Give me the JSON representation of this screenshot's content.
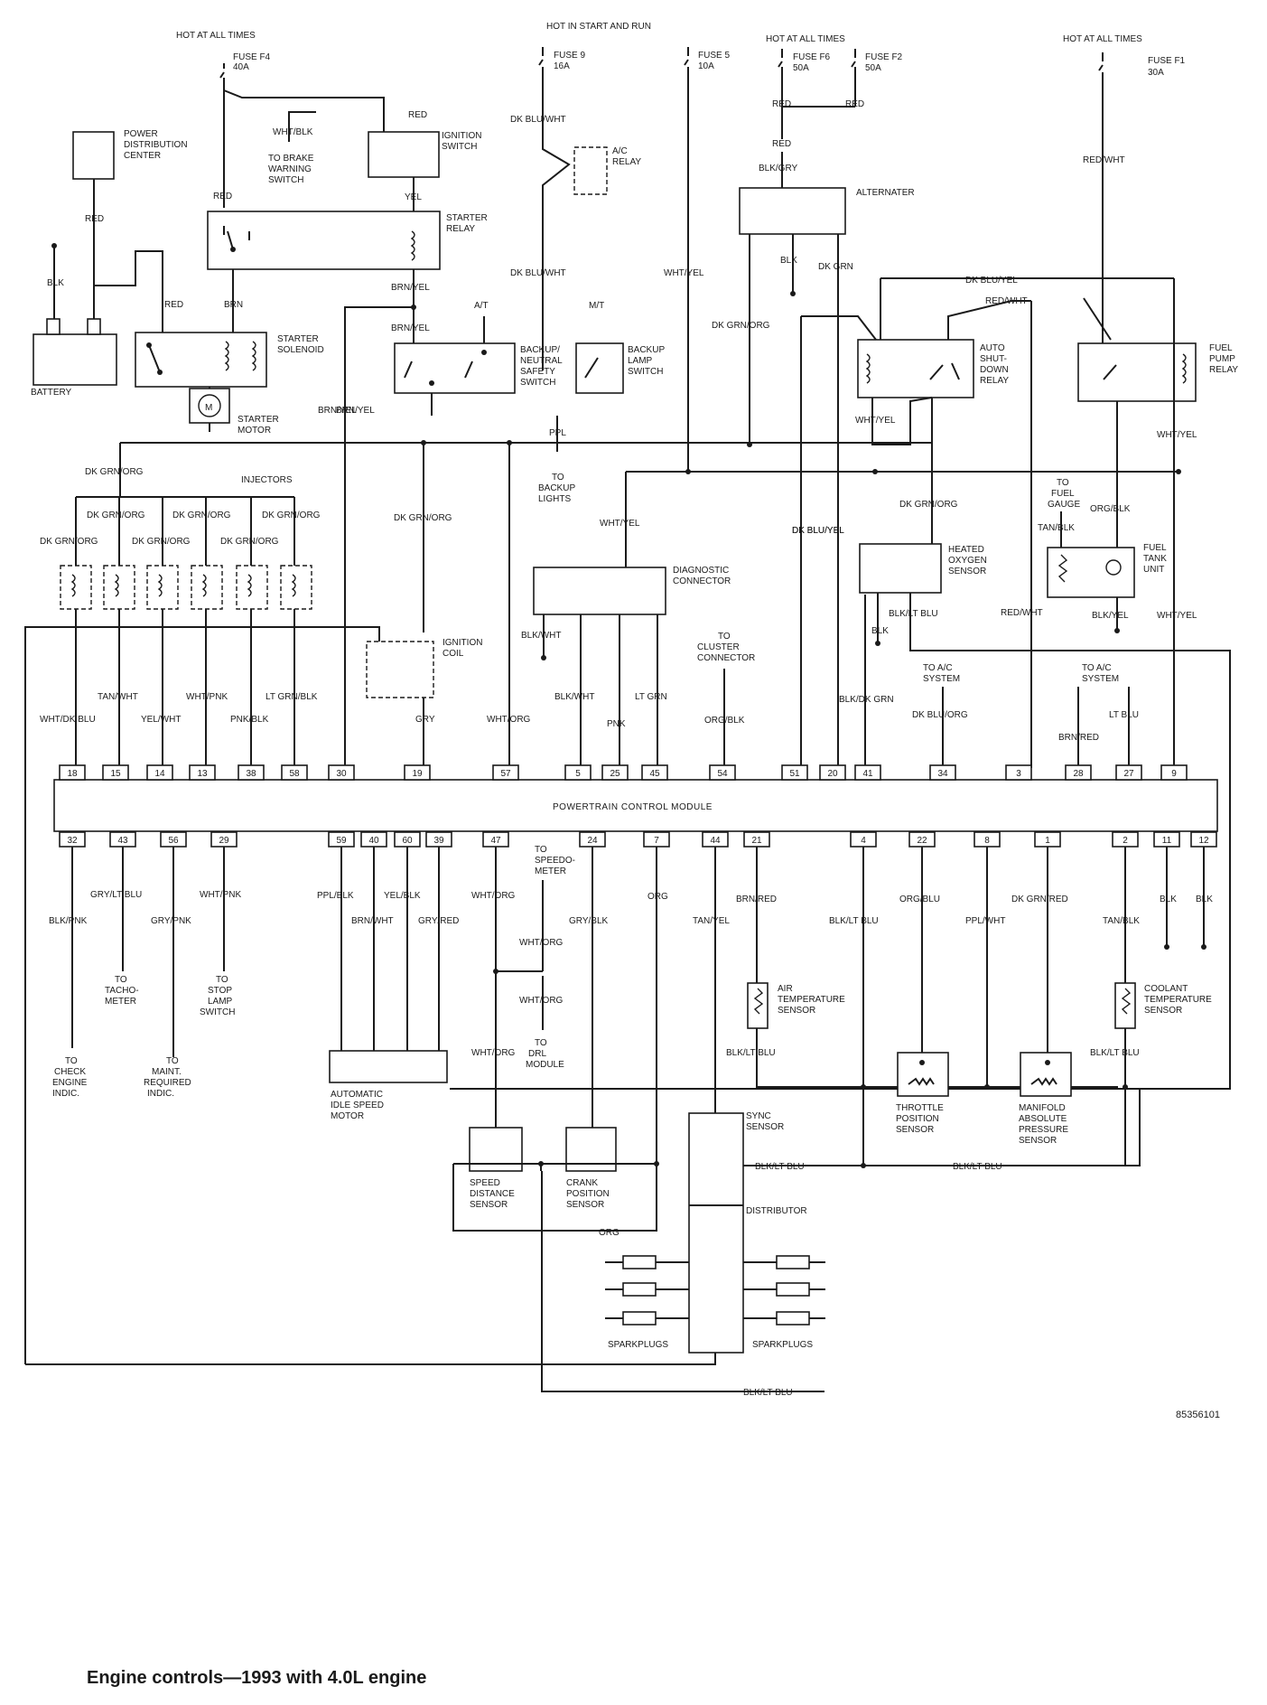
{
  "caption": "Engine controls—1993 with 4.0L engine",
  "doc_number": "85356101",
  "pcm_title": "POWERTRAIN CONTROL MODULE",
  "top_pins": [
    "18",
    "15",
    "14",
    "13",
    "38",
    "58",
    "30",
    "19",
    "57",
    "5",
    "25",
    "45",
    "54",
    "51",
    "20",
    "41",
    "34",
    "3",
    "28",
    "27",
    "9"
  ],
  "bottom_pins": [
    "32",
    "43",
    "56",
    "29",
    "59",
    "40",
    "60",
    "39",
    "47",
    "24",
    "7",
    "44",
    "21",
    "4",
    "22",
    "8",
    "1",
    "2",
    "11",
    "12"
  ],
  "labels": {
    "hot_at_all_times": "HOT AT ALL TIMES",
    "hot_in_start_run": "HOT IN START AND RUN",
    "fuse_f4": "FUSE F4",
    "f4_amp": "40A",
    "fuse_9": "FUSE 9",
    "f9_amp": "16A",
    "fuse_5": "FUSE 5",
    "f5_amp": "10A",
    "fuse_f6": "FUSE F6",
    "f6_amp": "50A",
    "fuse_f2": "FUSE F2",
    "f2_amp": "50A",
    "fuse_f1": "FUSE F1",
    "f1_amp": "30A",
    "power_dist": [
      "POWER",
      "DISTRIBUTION",
      "CENTER"
    ],
    "brake_warn": [
      "TO BRAKE",
      "WARNING",
      "SWITCH"
    ],
    "ignition_switch": [
      "IGNITION",
      "SWITCH"
    ],
    "starter_relay": [
      "STARTER",
      "RELAY"
    ],
    "starter_solenoid": [
      "STARTER",
      "SOLENOID"
    ],
    "starter_motor": [
      "STARTER",
      "MOTOR"
    ],
    "battery": "BATTERY",
    "ac_relay": [
      "A/C",
      "RELAY"
    ],
    "at": "A/T",
    "mt": "M/T",
    "backup_neutral": [
      "BACKUP/",
      "NEUTRAL",
      "SAFETY",
      "SWITCH"
    ],
    "backup_lamp": [
      "BACKUP",
      "LAMP",
      "SWITCH"
    ],
    "alternator": "ALTERNATER",
    "auto_shutdown": [
      "AUTO",
      "SHUT-",
      "DOWN",
      "RELAY"
    ],
    "fuel_pump_relay": [
      "FUEL",
      "PUMP",
      "RELAY"
    ],
    "injectors": "INJECTORS",
    "to_backup_lights": [
      "TO",
      "BACKUP",
      "LIGHTS"
    ],
    "to_fuel_gauge": [
      "TO",
      "FUEL",
      "GAUGE"
    ],
    "heated_o2": [
      "HEATED",
      "OXYGEN",
      "SENSOR"
    ],
    "fuel_tank_unit": [
      "FUEL",
      "TANK",
      "UNIT"
    ],
    "diag_conn": [
      "DIAGNOSTIC",
      "CONNECTOR"
    ],
    "ignition_coil": [
      "IGNITION",
      "COIL"
    ],
    "to_cluster": [
      "TO",
      "CLUSTER",
      "CONNECTOR"
    ],
    "to_ac_1": [
      "TO A/C",
      "SYSTEM"
    ],
    "to_ac_2": [
      "TO A/C",
      "SYSTEM"
    ],
    "to_speedo": [
      "TO",
      "SPEEDO-",
      "METER"
    ],
    "to_tach": [
      "TO",
      "TACHO-",
      "METER"
    ],
    "to_stop_lamp": [
      "TO",
      "STOP",
      "LAMP",
      "SWITCH"
    ],
    "to_check_engine": [
      "TO",
      "CHECK",
      "ENGINE",
      "INDIC."
    ],
    "to_maint": [
      "TO",
      "MAINT.",
      "REQUIRED",
      "INDIC."
    ],
    "idle_motor": [
      "AUTOMATIC",
      "IDLE SPEED",
      "MOTOR"
    ],
    "to_drl": [
      "TO",
      "DRL",
      "MODULE"
    ],
    "air_temp": [
      "AIR",
      "TEMPERATURE",
      "SENSOR"
    ],
    "coolant_temp": [
      "COOLANT",
      "TEMPERATURE",
      "SENSOR"
    ],
    "throttle_pos": [
      "THROTTLE",
      "POSITION",
      "SENSOR"
    ],
    "map_sensor": [
      "MANIFOLD",
      "ABSOLUTE",
      "PRESSURE",
      "SENSOR"
    ],
    "sync_sensor": [
      "SYNC",
      "SENSOR"
    ],
    "distributor": "DISTRIBUTOR",
    "speed_dist": [
      "SPEED",
      "DISTANCE",
      "SENSOR"
    ],
    "crank_pos": [
      "CRANK",
      "POSITION",
      "SENSOR"
    ],
    "sparkplugs_l": "SPARKPLUGS",
    "sparkplugs_r": "SPARKPLUGS"
  },
  "wires": {
    "red": "RED",
    "yel": "YEL",
    "brn": "BRN",
    "blk": "BLK",
    "wht_blk": "WHT/BLK",
    "brn_yel": "BRN/YEL",
    "dk_blu_wht": "DK BLU/WHT",
    "wht_yel": "WHT/YEL",
    "blk_gry": "BLK/GRY",
    "dk_grn": "DK GRN",
    "dk_grn_org": "DK GRN/ORG",
    "dk_blu_yel": "DK BLU/YEL",
    "red_wht": "RED/WHT",
    "ppl": "PPL",
    "tan_blk": "TAN/BLK",
    "org_blk": "ORG/BLK",
    "blk_lt_blu": "BLK/LT BLU",
    "blk_yel": "BLK/YEL",
    "tan_wht": "TAN/WHT",
    "wht_pnk": "WHT/PNK",
    "lt_grn_blk": "LT GRN/BLK",
    "wht_dk_blu": "WHT/DK BLU",
    "yel_wht": "YEL/WHT",
    "pnk_blk": "PNK/BLK",
    "gry": "GRY",
    "wht_org": "WHT/ORG",
    "blk_wht": "BLK/WHT",
    "pnk": "PNK",
    "lt_grn": "LT GRN",
    "blk_dk_grn": "BLK/DK GRN",
    "dk_blu_org": "DK BLU/ORG",
    "brn_red": "BRN/RED",
    "lt_blu": "LT BLU",
    "blk_pnk": "BLK/PNK",
    "gry_lt_blu": "GRY/LT BLU",
    "gry_pnk": "GRY/PNK",
    "ppl_blk": "PPL/BLK",
    "brn_wht": "BRN/WHT",
    "yel_blk": "YEL/BLK",
    "gry_red": "GRY/RED",
    "gry_blk": "GRY/BLK",
    "org": "ORG",
    "tan_yel": "TAN/YEL",
    "org_blu": "ORG/BLU",
    "ppl_wht": "PPL/WHT",
    "dk_grn_red": "DK GRN/RED"
  }
}
